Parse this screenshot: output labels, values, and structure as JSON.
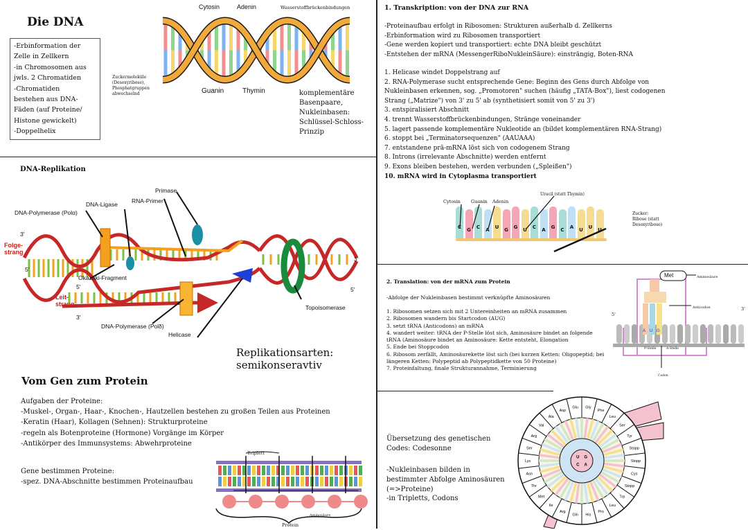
{
  "left": {
    "title": "Die DNA",
    "info_box": [
      "-Erbinformation der",
      "Zelle in Zellkern",
      "-in Chromosomen aus",
      "jwls. 2 Chromatiden",
      "-Chromatiden",
      "bestehen aus DNA-",
      "Fäden (auf Proteine/",
      "Histone gewickelt)",
      "-Doppelhelix"
    ],
    "helix_labels": {
      "cytosin": "Cytosin",
      "adenin": "Adenin",
      "wasserstoff": "Wasserstoffbrückenbindungen",
      "zucker": [
        "Zuckermoleküle",
        "(Desoxyribose),",
        "Phosphatgruppen",
        "abwechselnd"
      ],
      "guanin": "Guanin",
      "thymin": "Thymin",
      "komplementaer": [
        "komplementäre",
        "Basenpaare,",
        "Nukleinbasen:",
        "Schlüssel-Schloss-",
        "Prinzip"
      ]
    },
    "replication": {
      "heading": "DNA-Replikation",
      "primase": "Primase",
      "dna_ligase": "DNA-Ligase",
      "rna_primer": "RNA-Primer",
      "polymerase_top": "DNA-Polymerase (Polα)",
      "three_prime_1": "3'",
      "folgestrang": [
        "Folge-",
        "strang"
      ],
      "five_prime_1": "5'",
      "okazaki": "Okazaki-Fragment",
      "five_prime_2": "5'",
      "leitstrang": [
        "Leit-",
        "strang"
      ],
      "three_prime_2": "3'",
      "three_prime_right": "3'",
      "five_prime_right": "5'",
      "topoisomerase": "Topoisomerase",
      "polymerase_bottom": "DNA-Polymerase (Polδ)",
      "helicase": "Helicase"
    },
    "replikationsarten": [
      "Replikationsarten:",
      "semikonseravtiv"
    ],
    "gen_heading": "Vom Gen zum Protein",
    "aufgaben": [
      "Aufgaben der Proteine:",
      " -Muskel-, Organ-, Haar-, Knochen-, Hautzellen bestehen zu großen Teilen aus Proteinen",
      "-Keratin (Haar), Kollagen (Sehnen): Strukturproteine",
      "-regeln als Botenproteine (Hormone) Vorgänge im Körper",
      "-Antikörper des Immunsystems: Abwehrproteine"
    ],
    "gene": [
      "Gene bestimmen Proteine:",
      "-spez. DNA-Abschnitte bestimmen Proteinaufbau"
    ],
    "triplett_labels": {
      "triplett": "Triplett",
      "aminosaeure": "Aminosäure",
      "protein": "Protein"
    }
  },
  "right": {
    "transkription_heading": "1. Transkription: von der DNA zur RNA",
    "transkription_intro": [
      "-Proteinaufbau erfolgt in Ribosomen: Strukturen außerhalb d. Zellkerns",
      "-Erbinformation wird zu Ribosomen transportiert",
      "-Gene werden kopiert und transportiert: echte DNA bleibt geschützt",
      "-Entstehen der mRNA (MessengerRiboNukleinSäure): einsträngig, Boten-RNA"
    ],
    "transkription_steps": [
      "1. Helicase windet Doppelstrang auf",
      "2. RNA-Polymerase sucht entsprechende Gene: Beginn des Gens durch Abfolge von",
      "Nukleinbasen erkennen, sog. „Promotoren\" suchen (häufig „TATA-Box\"), liest codogenen",
      "Strang („Matrize\") von 3' zu 5' ab (synthetisiert somit von 5' zu 3')",
      "3. entspiralisiert Abschnitt",
      "4. trennt Wasserstoffbrückenbindungen, Stränge voneinander",
      "5. lagert passende komplementäre Nukleotide an (bildet komplementären RNA-Strang)",
      "6. stoppt bei „Terminatorsequenzen\" (AAUAAA)",
      "7. entstandene prä-mRNA löst sich von codogenem Strang",
      "8. Introns (irrelevante Abschnitte) werden entfernt",
      "9. Exons bleiben bestehen, werden verbunden („Spleißen\")",
      "10. mRNA wird in Cytoplasma transportiert"
    ],
    "mrna_labels": {
      "uracil": "Uracil (statt Thymin)",
      "cytosin": "Cytosin",
      "guanin": "Guanin",
      "adenin": "Adenin",
      "zucker": [
        "Zucker:",
        "Ribose (statt",
        "Desoxyribose)"
      ],
      "sequence": [
        "C",
        "G",
        "C",
        "A",
        "U",
        "G",
        "G",
        "U",
        "C",
        "A",
        "G",
        "C",
        "A",
        "U",
        "U",
        "U"
      ]
    },
    "translation_heading": "2. Translation: von der mRNA zum Protein",
    "translation_intro": "-Abfolge der Nukleinbasen bestimmt verknüpfte Aminosäuren",
    "translation_steps": [
      "1. Ribosomen setzen sich mit 2 Untereinheiten an mRNA zusammen",
      "2. Ribosomen wandern bis Startcodon (AUG)",
      "3. setzt tRNA (Anticodons) an mRNA",
      "4. wandert weiter: tRNA der P-Stelle löst sich, Aminosäure bindet an folgende",
      "tRNA (Aminosäure bindet an Aminosäure: Kette entsteht, Elongation",
      "5. Ende bei Stoppcodon",
      "6. Ribosom zerfällt, Aminosäurekette löst sich  (bei kurzen Ketten: Oligopeptid; bei",
      "längeren Ketten: Polypeptid ab Polypeptidkette von 50  Proteine)",
      "7. Proteinfaltung, finale Strukturannahme, Terminierung"
    ],
    "ribosome_labels": {
      "met": "Met",
      "aminosaeure": "Aminosäure",
      "anticodon": "Anticodon",
      "five_prime": "5'",
      "three_prime": "3'",
      "codon_letters": [
        "A",
        "U",
        "G"
      ],
      "p_stelle": "P-Stelle",
      "a_stelle": "A-Stelle",
      "codon": "Codon"
    },
    "code_sun": {
      "title": [
        "Übersetzung des genetischen",
        "Codes: Codesonne"
      ],
      "text": [
        "-Nukleinbasen bilden in",
        "bestimmter Abfolge Aminosäuren",
        "(=>Proteine)",
        "-in Tripletts, Codons"
      ],
      "amino_acids": [
        "Gly",
        "Phe",
        "Leu",
        "Ser",
        "Tyr",
        "Stopp",
        "Stopp",
        "Cys",
        "Stopp",
        "Trp",
        "Leu",
        "Pro",
        "His",
        "Gln",
        "Arg",
        "Ile",
        "Met",
        "Thr",
        "Asn",
        "Lys",
        "Ser",
        "Arg",
        "Val",
        "Ala",
        "Asp",
        "Glu"
      ],
      "inner_bases": [
        "G",
        "A",
        "C",
        "U"
      ]
    }
  }
}
